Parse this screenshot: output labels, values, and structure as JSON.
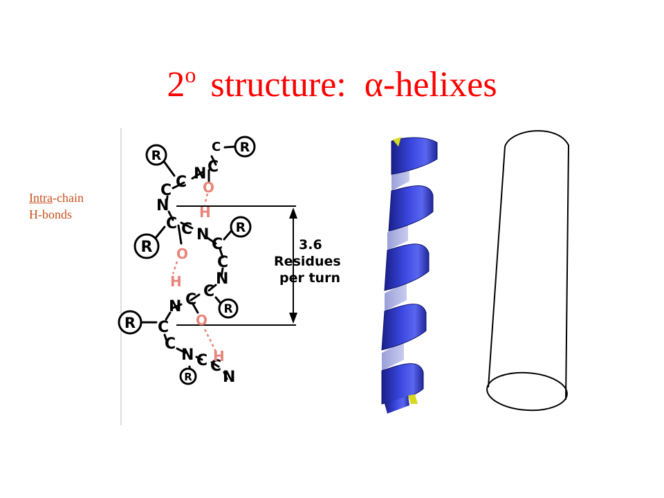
{
  "slide": {
    "title_prefix": "2",
    "title_superscript": "o",
    "title_main": " structure:  ",
    "title_greek": "α",
    "title_suffix": "-helixes"
  },
  "side_label": {
    "line1_underlined": "Intra",
    "line1_rest": "-chain",
    "line2": "H-bonds"
  },
  "diagram": {
    "annotation_lines": [
      "3.6",
      "Residues",
      "per turn"
    ],
    "colors": {
      "title": "#ff0000",
      "label": "#c8501e",
      "hbond": "#e8857a",
      "ribbon": "#2a36c8",
      "ribbon_tip": "#d8d820",
      "outline": "#000000"
    }
  }
}
